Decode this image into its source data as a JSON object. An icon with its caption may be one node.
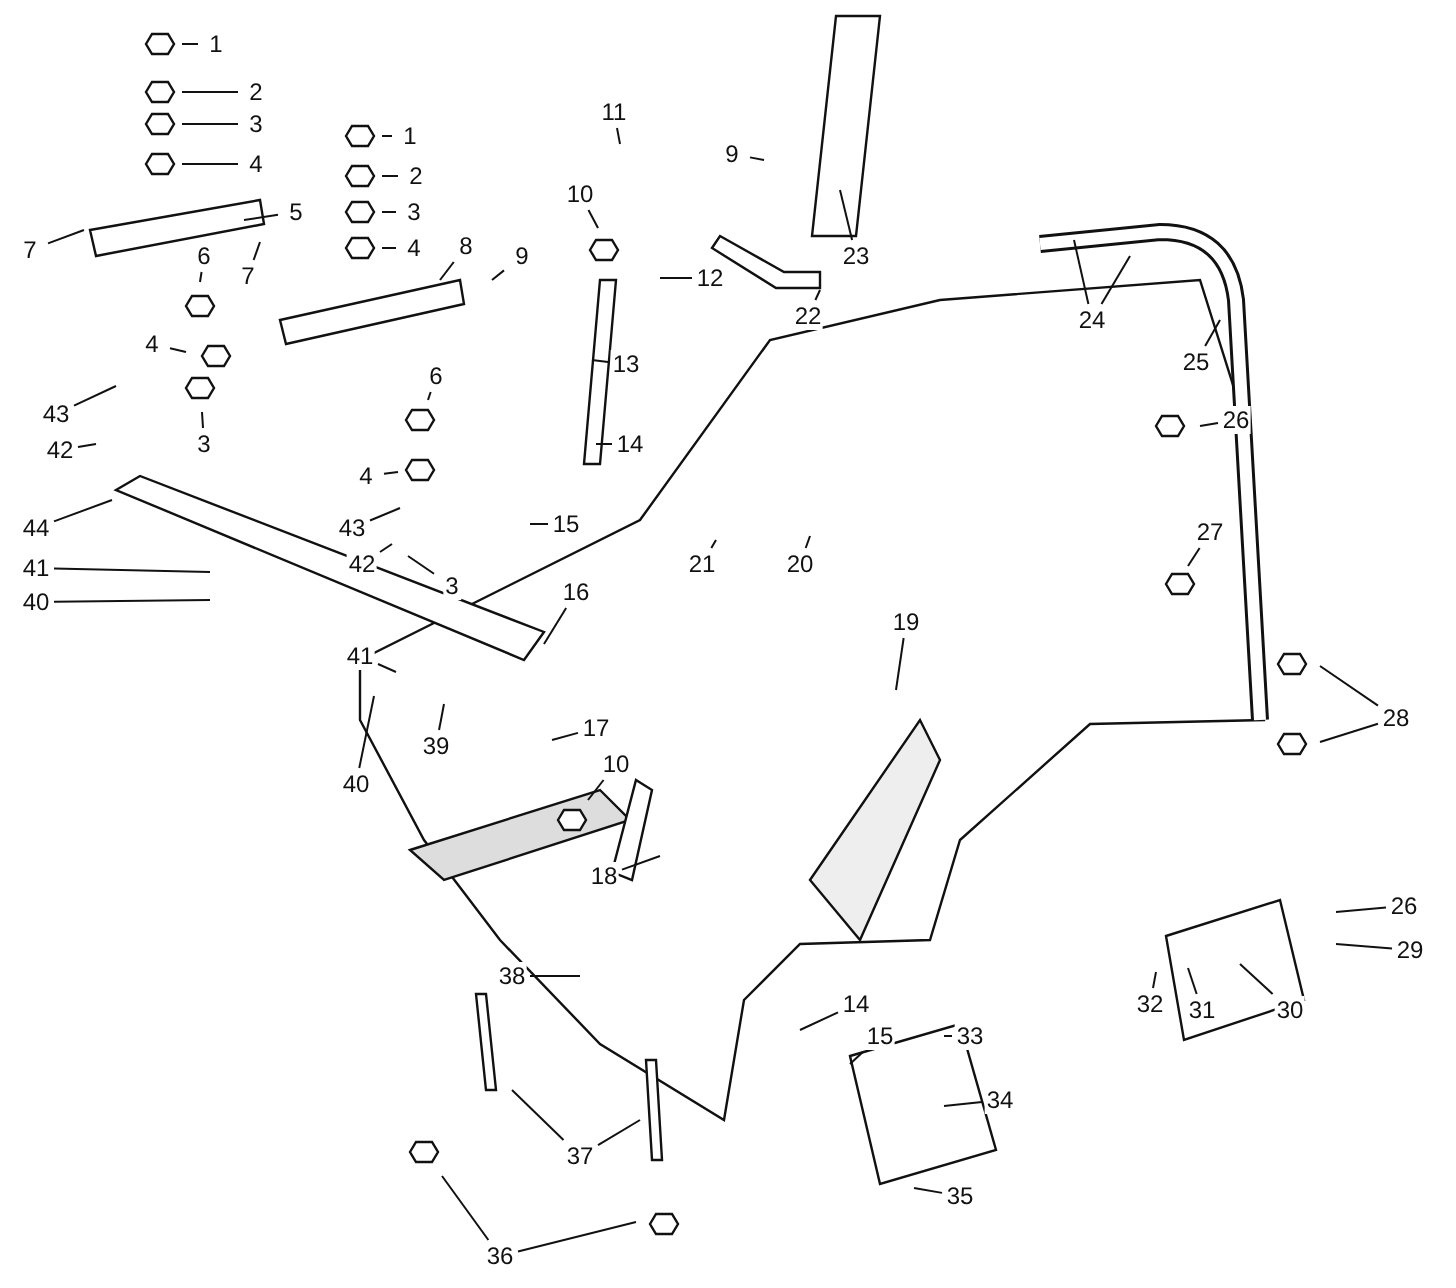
{
  "diagram": {
    "nodes": [
      {
        "text": [
          "1"
        ]
      },
      {
        "text": [
          "2"
        ]
      },
      {
        "text": [
          "3"
        ]
      },
      {
        "text": [
          "4"
        ]
      },
      {
        "text": [
          "11"
        ]
      },
      {
        "text": [
          "1"
        ]
      },
      {
        "text": [
          "9"
        ]
      },
      {
        "text": [
          "2"
        ]
      },
      {
        "text": [
          "10"
        ]
      },
      {
        "text": [
          "3"
        ]
      },
      {
        "text": [
          "5"
        ]
      },
      {
        "text": [
          "7"
        ]
      },
      {
        "text": [
          "4"
        ]
      },
      {
        "text": [
          "7"
        ]
      },
      {
        "text": [
          "8"
        ]
      },
      {
        "text": [
          "9"
        ]
      },
      {
        "text": [
          "23"
        ]
      },
      {
        "text": [
          "6"
        ]
      },
      {
        "text": [
          "12"
        ]
      },
      {
        "text": [
          "22"
        ]
      },
      {
        "text": [
          "24"
        ]
      },
      {
        "text": [
          "25"
        ]
      },
      {
        "text": [
          "13"
        ]
      },
      {
        "text": [
          "6"
        ]
      },
      {
        "text": [
          "43"
        ]
      },
      {
        "text": [
          "4"
        ]
      },
      {
        "text": [
          "3"
        ]
      },
      {
        "text": [
          "26"
        ]
      },
      {
        "text": [
          "42"
        ]
      },
      {
        "text": [
          "14"
        ]
      },
      {
        "text": [
          "4"
        ]
      },
      {
        "text": [
          "15"
        ]
      },
      {
        "text": [
          "43"
        ]
      },
      {
        "text": [
          "44"
        ]
      },
      {
        "text": [
          "27"
        ]
      },
      {
        "text": [
          "21"
        ]
      },
      {
        "text": [
          "20"
        ]
      },
      {
        "text": [
          "42"
        ]
      },
      {
        "text": [
          "3"
        ]
      },
      {
        "text": [
          "41"
        ]
      },
      {
        "text": [
          "16"
        ]
      },
      {
        "text": [
          "40"
        ]
      },
      {
        "text": [
          "19"
        ]
      },
      {
        "text": [
          "41"
        ]
      },
      {
        "text": [
          "28"
        ]
      },
      {
        "text": [
          "17"
        ]
      },
      {
        "text": [
          "39"
        ]
      },
      {
        "text": [
          "10"
        ]
      },
      {
        "text": [
          "40"
        ]
      },
      {
        "text": [
          "18"
        ]
      },
      {
        "text": [
          "26"
        ]
      },
      {
        "text": [
          "29"
        ]
      },
      {
        "text": [
          "38"
        ]
      },
      {
        "text": [
          "14"
        ]
      },
      {
        "text": [
          "32"
        ]
      },
      {
        "text": [
          "31"
        ]
      },
      {
        "text": [
          "30"
        ]
      },
      {
        "text": [
          "15"
        ]
      },
      {
        "text": [
          "33"
        ]
      },
      {
        "text": [
          "34"
        ]
      },
      {
        "text": [
          "37"
        ]
      },
      {
        "text": [
          "35"
        ]
      },
      {
        "text": [
          "36"
        ]
      }
    ],
    "edges": [
      {
        "from": 0,
        "to": null,
        "arrow": "none"
      },
      {
        "from": 1,
        "to": null,
        "arrow": "none"
      },
      {
        "from": 2,
        "to": null,
        "arrow": "none"
      },
      {
        "from": 3,
        "to": null,
        "arrow": "none"
      },
      {
        "from": 4,
        "to": null,
        "arrow": "none"
      },
      {
        "from": 5,
        "to": null,
        "arrow": "none"
      },
      {
        "from": 6,
        "to": null,
        "arrow": "none"
      },
      {
        "from": 7,
        "to": null,
        "arrow": "none"
      },
      {
        "from": 8,
        "to": null,
        "arrow": "none"
      },
      {
        "from": 9,
        "to": null,
        "arrow": "none"
      },
      {
        "from": 10,
        "to": null,
        "arrow": "none"
      },
      {
        "from": 11,
        "to": null,
        "arrow": "none"
      },
      {
        "from": 12,
        "to": null,
        "arrow": "none"
      },
      {
        "from": 13,
        "to": null,
        "arrow": "none"
      },
      {
        "from": 14,
        "to": null,
        "arrow": "none"
      },
      {
        "from": 15,
        "to": null,
        "arrow": "none"
      },
      {
        "from": 16,
        "to": null,
        "arrow": "none"
      },
      {
        "from": 17,
        "to": null,
        "arrow": "none"
      },
      {
        "from": 18,
        "to": null,
        "arrow": "none"
      },
      {
        "from": 19,
        "to": null,
        "arrow": "none"
      },
      {
        "from": 20,
        "to": null,
        "arrow": "none"
      },
      {
        "from": 20,
        "to": null,
        "arrow": "none"
      },
      {
        "from": 21,
        "to": null,
        "arrow": "none"
      },
      {
        "from": 22,
        "to": null,
        "arrow": "none"
      },
      {
        "from": 23,
        "to": null,
        "arrow": "none"
      },
      {
        "from": 24,
        "to": null,
        "arrow": "none"
      },
      {
        "from": 25,
        "to": null,
        "arrow": "none"
      },
      {
        "from": 26,
        "to": null,
        "arrow": "none"
      },
      {
        "from": 27,
        "to": null,
        "arrow": "none"
      },
      {
        "from": 28,
        "to": null,
        "arrow": "none"
      },
      {
        "from": 29,
        "to": null,
        "arrow": "none"
      },
      {
        "from": 30,
        "to": null,
        "arrow": "none"
      },
      {
        "from": 31,
        "to": null,
        "arrow": "none"
      },
      {
        "from": 32,
        "to": null,
        "arrow": "none"
      },
      {
        "from": 33,
        "to": null,
        "arrow": "none"
      },
      {
        "from": 34,
        "to": null,
        "arrow": "none"
      },
      {
        "from": 35,
        "to": null,
        "arrow": "none"
      },
      {
        "from": 36,
        "to": null,
        "arrow": "none"
      },
      {
        "from": 37,
        "to": null,
        "arrow": "none"
      },
      {
        "from": 38,
        "to": null,
        "arrow": "none"
      },
      {
        "from": 39,
        "to": null,
        "arrow": "none"
      },
      {
        "from": 40,
        "to": null,
        "arrow": "none"
      },
      {
        "from": 41,
        "to": null,
        "arrow": "none"
      },
      {
        "from": 42,
        "to": null,
        "arrow": "none"
      },
      {
        "from": 43,
        "to": null,
        "arrow": "none"
      },
      {
        "from": 44,
        "to": null,
        "arrow": "none"
      },
      {
        "from": 44,
        "to": null,
        "arrow": "none"
      },
      {
        "from": 45,
        "to": null,
        "arrow": "none"
      },
      {
        "from": 46,
        "to": null,
        "arrow": "none"
      },
      {
        "from": 47,
        "to": null,
        "arrow": "none"
      },
      {
        "from": 48,
        "to": null,
        "arrow": "none"
      },
      {
        "from": 49,
        "to": null,
        "arrow": "none"
      },
      {
        "from": 50,
        "to": null,
        "arrow": "none"
      },
      {
        "from": 51,
        "to": null,
        "arrow": "none"
      },
      {
        "from": 52,
        "to": null,
        "arrow": "none"
      },
      {
        "from": 53,
        "to": null,
        "arrow": "none"
      },
      {
        "from": 54,
        "to": null,
        "arrow": "none"
      },
      {
        "from": 55,
        "to": null,
        "arrow": "none"
      },
      {
        "from": 56,
        "to": null,
        "arrow": "none"
      },
      {
        "from": 57,
        "to": null,
        "arrow": "none"
      },
      {
        "from": 58,
        "to": null,
        "arrow": "none"
      },
      {
        "from": 59,
        "to": null,
        "arrow": "none"
      },
      {
        "from": 60,
        "to": null,
        "arrow": "none"
      },
      {
        "from": 60,
        "to": null,
        "arrow": "none"
      },
      {
        "from": 61,
        "to": null,
        "arrow": "none"
      },
      {
        "from": 62,
        "to": null,
        "arrow": "none"
      },
      {
        "from": 62,
        "to": null,
        "arrow": "none"
      }
    ]
  }
}
